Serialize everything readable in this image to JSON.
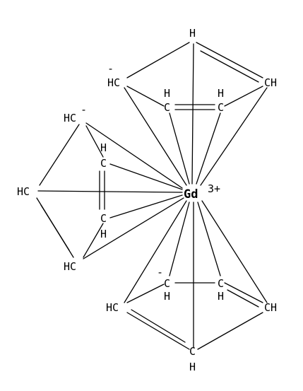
{
  "molecule": {
    "center": {
      "symbol": "Gd",
      "charge": "3+"
    },
    "labels": {
      "H": "H",
      "C": "C",
      "HC": "HC",
      "CH": "CH",
      "minus": "-"
    }
  }
}
